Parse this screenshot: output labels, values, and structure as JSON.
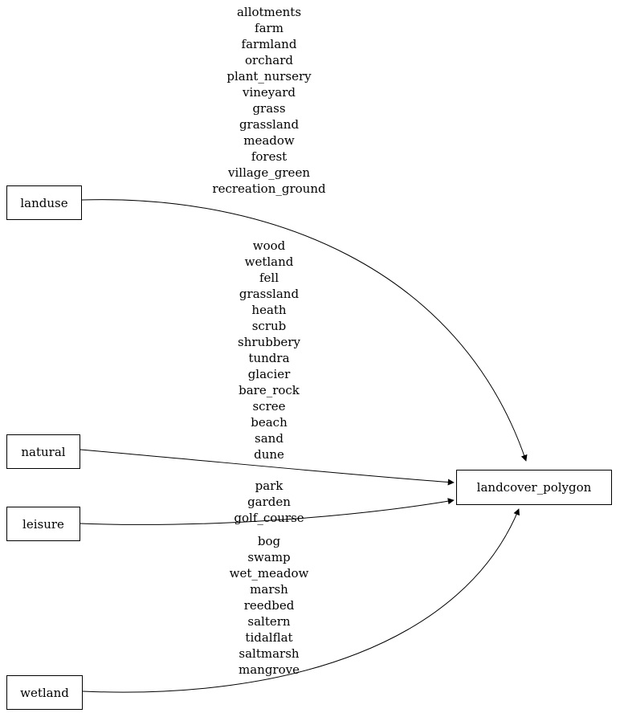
{
  "diagram": {
    "background": "#ffffff",
    "stroke_color": "#000000",
    "nodes": [
      {
        "id": "landuse",
        "label": "landuse"
      },
      {
        "id": "natural",
        "label": "natural"
      },
      {
        "id": "leisure",
        "label": "leisure"
      },
      {
        "id": "wetland",
        "label": "wetland"
      },
      {
        "id": "landcover_polygon",
        "label": "landcover_polygon"
      }
    ],
    "edges": [
      {
        "from": "landuse",
        "to": "landcover_polygon",
        "values": [
          "allotments",
          "farm",
          "farmland",
          "orchard",
          "plant_nursery",
          "vineyard",
          "grass",
          "grassland",
          "meadow",
          "forest",
          "village_green",
          "recreation_ground"
        ]
      },
      {
        "from": "natural",
        "to": "landcover_polygon",
        "values": [
          "wood",
          "wetland",
          "fell",
          "grassland",
          "heath",
          "scrub",
          "shrubbery",
          "tundra",
          "glacier",
          "bare_rock",
          "scree",
          "beach",
          "sand",
          "dune"
        ]
      },
      {
        "from": "leisure",
        "to": "landcover_polygon",
        "values": [
          "park",
          "garden",
          "golf_course"
        ]
      },
      {
        "from": "wetland",
        "to": "landcover_polygon",
        "values": [
          "bog",
          "swamp",
          "wet_meadow",
          "marsh",
          "reedbed",
          "saltern",
          "tidalflat",
          "saltmarsh",
          "mangrove"
        ]
      }
    ]
  }
}
